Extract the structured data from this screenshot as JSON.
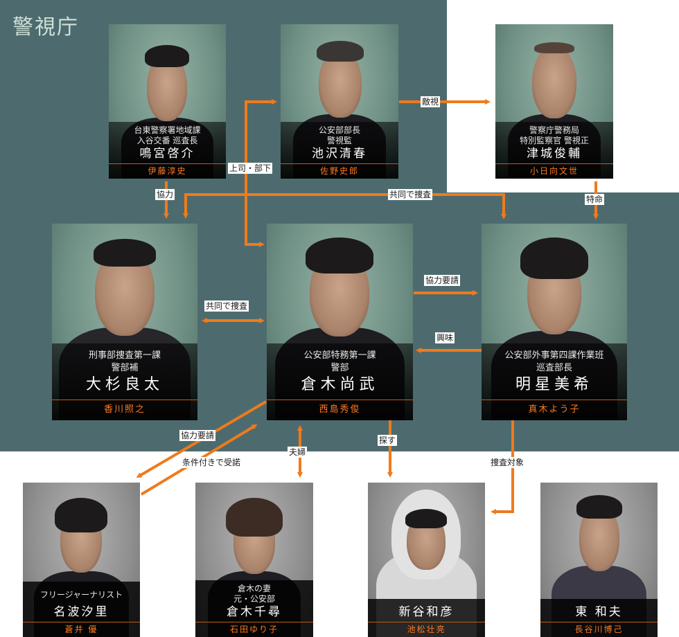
{
  "section": {
    "label": "警視庁"
  },
  "colors": {
    "background": "#4d6b6e",
    "arrow": "#f07a1c",
    "actor": "#ff7a1e"
  },
  "characters": [
    {
      "role": "台東警察署地域課\n入谷交番 巡査長",
      "name": "鳴宮啓介",
      "actor": "伊藤淳史"
    },
    {
      "role": "公安部部長\n警視監",
      "name": "池沢清春",
      "actor": "佐野史郎"
    },
    {
      "role": "警察庁警務局\n特別監察官 警視正",
      "name": "津城俊輔",
      "actor": "小日向文世"
    },
    {
      "role": "刑事部捜査第一課\n警部補",
      "name": "大杉良太",
      "actor": "香川照之"
    },
    {
      "role": "公安部特務第一課\n警部",
      "name": "倉木尚武",
      "actor": "西島秀俊"
    },
    {
      "role": "公安部外事第四課作業班\n巡査部長",
      "name": "明星美希",
      "actor": "真木よう子"
    },
    {
      "role": "フリージャーナリスト",
      "name": "名波汐里",
      "actor": "蒼井 優"
    },
    {
      "role": "倉木の妻\n元・公安部",
      "name": "倉木千尋",
      "actor": "石田ゆり子"
    },
    {
      "role": "",
      "name": "新谷和彦",
      "actor": "池松壮亮"
    },
    {
      "role": "",
      "name": "東 和夫",
      "actor": "長谷川博己"
    }
  ],
  "relations": {
    "hostility": "敵視",
    "boss_subordinate": "上司・部下",
    "cooperation": "協力",
    "joint_investigation_top": "共同で捜査",
    "special_order": "特命",
    "joint_investigation": "共同で捜査",
    "request_cooperation": "協力要請",
    "interest": "興味",
    "request_cooperation_2": "協力要請",
    "conditional_accept": "条件付きで受諾",
    "married": "夫婦",
    "search": "探す",
    "investigation_target": "捜査対象"
  }
}
